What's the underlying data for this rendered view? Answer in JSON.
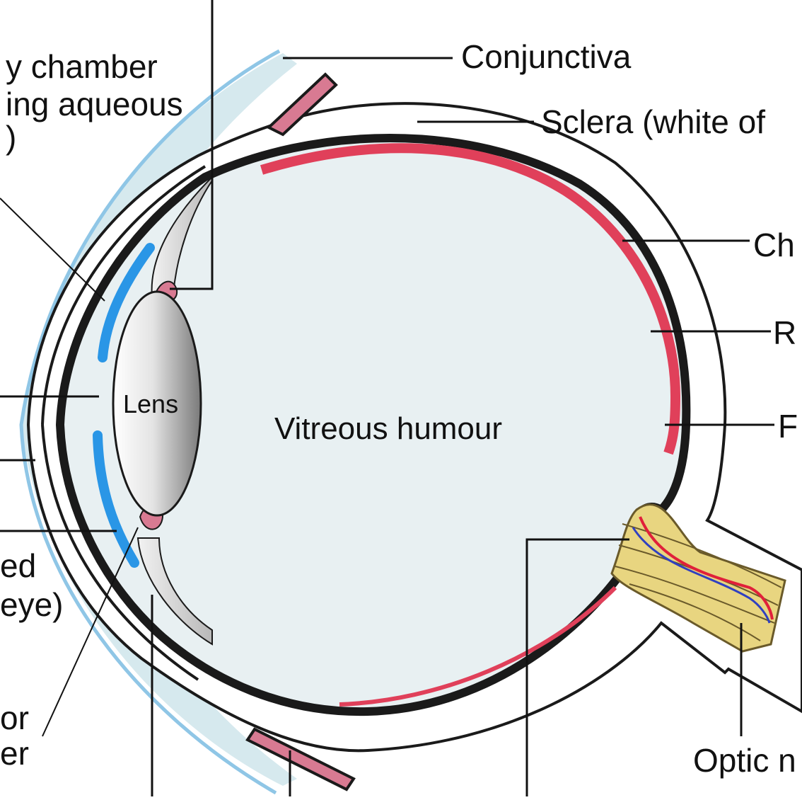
{
  "diagram": {
    "labels": {
      "anterior_chamber_line1": "y chamber",
      "anterior_chamber_line2": "ing aqueous",
      "anterior_chamber_line3": ")",
      "conjunctiva": "Conjunctiva",
      "sclera": "Sclera (white of",
      "choroid": "Ch",
      "retina": "R",
      "fovea": "F",
      "lens": "Lens",
      "vitreous_humour": "Vitreous humour",
      "left_mid_line1": "ed",
      "left_mid_line2": "eye)",
      "left_low_line1": "or",
      "left_low_line2": "er",
      "optic_nerve": "Optic n"
    },
    "colors": {
      "vitreous_fill": "#e8f0f2",
      "sclera_outline": "#1a1a1a",
      "choroid": "#1a1a1a",
      "retina": "#e0405a",
      "conjunctiva": "#8fc6e6",
      "cornea_fill": "#d6e9ee",
      "iris": "#2a96e6",
      "ciliary": "#d87a92",
      "lens_light": "#ffffff",
      "lens_dark": "#808080",
      "optic_nerve": "#e8d580",
      "vessel_red": "#e0203a",
      "vessel_blue": "#3040c0"
    }
  }
}
